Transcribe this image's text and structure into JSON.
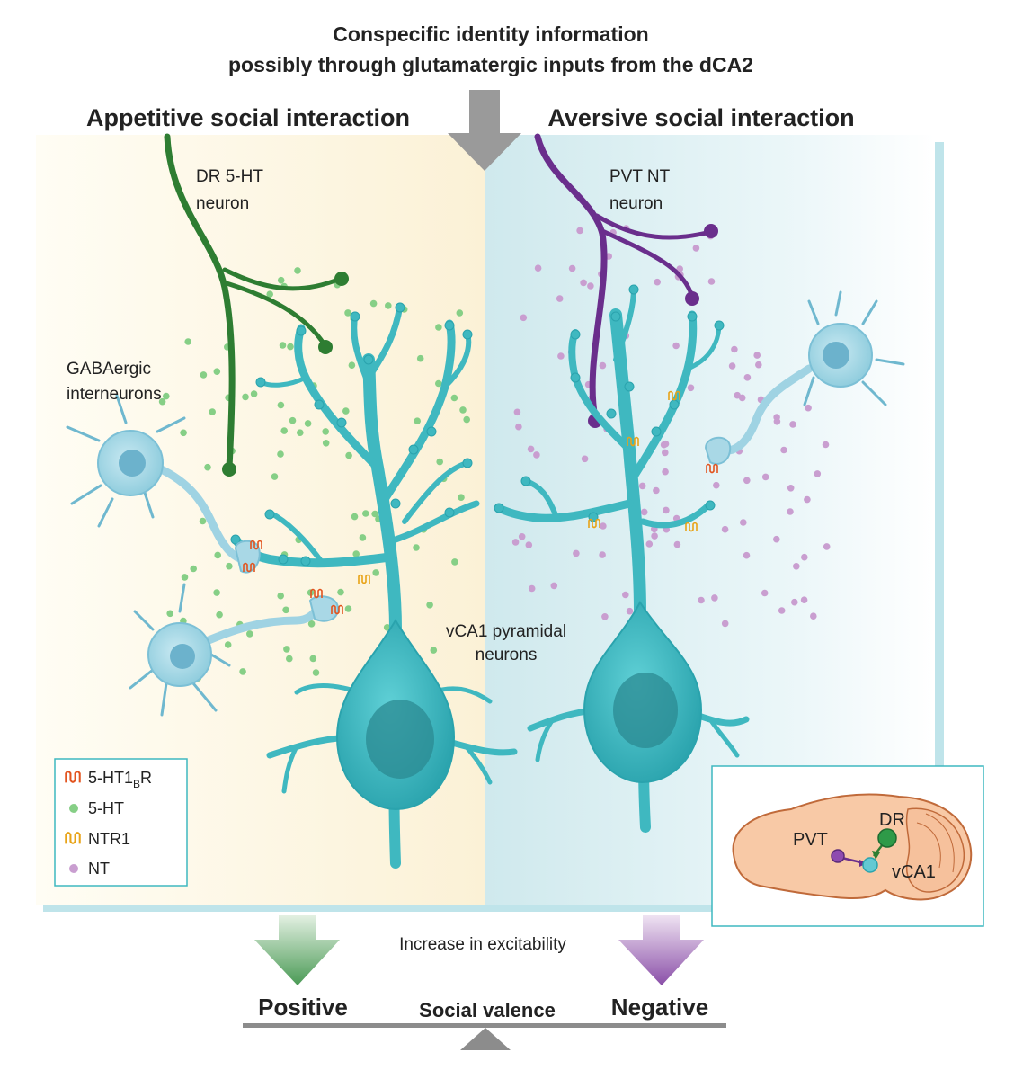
{
  "header": {
    "line1": "Conspecific identity information",
    "line2": "possibly through glutamatergic inputs from the dCA2"
  },
  "panels": {
    "left_title": "Appetitive social interaction",
    "right_title": "Aversive social interaction"
  },
  "labels": {
    "dr_neuron_l1": "DR 5-HT",
    "dr_neuron_l2": "neuron",
    "pvt_neuron_l1": "PVT NT",
    "pvt_neuron_l2": "neuron",
    "gaba_l1": "GABAergic",
    "gaba_l2": "interneurons",
    "vca1_l1": "vCA1 pyramidal",
    "vca1_l2": "neurons"
  },
  "legend": {
    "items": [
      {
        "label": "5-HT1",
        "sub": "B",
        "suffix": "R"
      },
      {
        "label": "5-HT"
      },
      {
        "label": "NTR1"
      },
      {
        "label": "NT"
      }
    ]
  },
  "inset": {
    "pvt": "PVT",
    "dr": "DR",
    "vca1": "vCA1"
  },
  "bottom": {
    "excitability": "Increase in excitability",
    "positive": "Positive",
    "valence": "Social valence",
    "negative": "Negative"
  },
  "colors": {
    "green": "#2e7d32",
    "purple": "#6a2e8c",
    "teal": "#3fb8c0",
    "gaba": "#a9d8e6",
    "serotonin_dot": "#86cf86",
    "nt_dot": "#c99ed0",
    "receptor_5ht1b": "#e2541f",
    "receptor_ntr1": "#e8a317",
    "brain_fill": "#f8c9a6",
    "brain_stroke": "#c06a3a"
  }
}
